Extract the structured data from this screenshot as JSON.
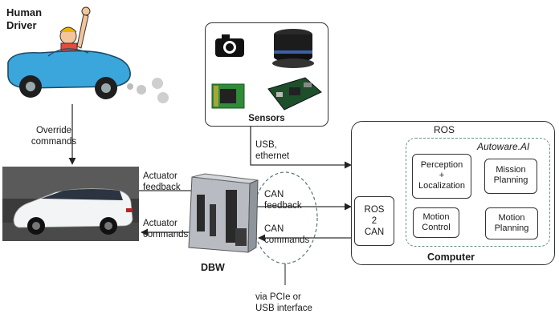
{
  "human_driver": {
    "label_line1": "Human",
    "label_line2": "Driver"
  },
  "override": {
    "line1": "Override",
    "line2": "commands"
  },
  "sensors": {
    "title": "Sensors"
  },
  "sensor_link": {
    "line1": "USB,",
    "line2": "ethernet"
  },
  "vehicle_links": {
    "feedback_line1": "Actuator",
    "feedback_line2": "feedback",
    "commands_line1": "Actuator",
    "commands_line2": "commands"
  },
  "dbw": {
    "label": "DBW"
  },
  "can_links": {
    "feedback_line1": "CAN",
    "feedback_line2": "feedback",
    "commands_line1": "CAN",
    "commands_line2": "commands"
  },
  "interface": {
    "line1": "via PCIe or",
    "line2": "USB interface"
  },
  "computer": {
    "label": "Computer",
    "ros_label": "ROS",
    "ros2can": {
      "line1": "ROS",
      "line2": "2",
      "line3": "CAN"
    },
    "autoware": {
      "title": "Autoware.AI",
      "perception": {
        "line1": "Perception",
        "line2": "+",
        "line3": "Localization"
      },
      "mission": {
        "line1": "Mission",
        "line2": "Planning"
      },
      "motion_planning": {
        "line1": "Motion",
        "line2": "Planning"
      },
      "motion_control": {
        "line1": "Motion",
        "line2": "Control"
      }
    }
  },
  "colors": {
    "car_body": "#3aa6dc",
    "vehicle_white": "#f2f4f6",
    "dashed_border": "#6b8f8f"
  }
}
